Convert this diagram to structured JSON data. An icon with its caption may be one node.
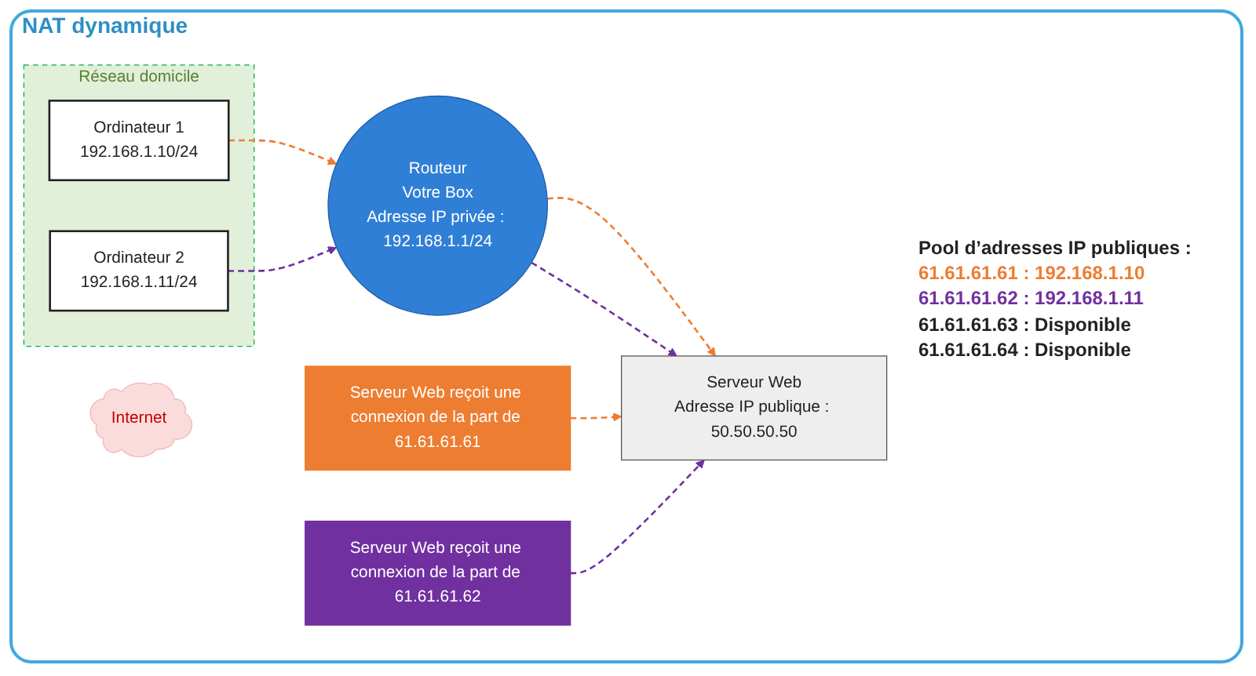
{
  "diagram": {
    "title": "NAT dynamique",
    "nodes": [
      {
        "text": [
          "Réseau domicile"
        ]
      },
      {
        "text": [
          "Ordinateur 1",
          "192.168.1.10/24"
        ],
        "in": 0
      },
      {
        "text": [
          "Ordinateur 2",
          "192.168.1.11/24"
        ],
        "in": 0
      },
      {
        "text": [
          "Routeur",
          "Votre Box",
          "Adresse IP privée : 192.168.1.1/24"
        ]
      },
      {
        "text": [
          "Internet"
        ]
      },
      {
        "text": [
          "Serveur Web",
          "Adresse IP publique : 50.50.50.50"
        ]
      },
      {
        "text": [
          "Serveur Web reçoit une connexion de la part de 61.61.61.61"
        ]
      },
      {
        "text": [
          "Serveur Web reçoit une connexion de la part de 61.61.61.62"
        ]
      }
    ],
    "edges": [
      {
        "from": 1,
        "to": 3,
        "arrow": "to",
        "style": "dashed",
        "color": "#ed7d31"
      },
      {
        "from": 2,
        "to": 3,
        "arrow": "to",
        "style": "dashed",
        "color": "#7030a0"
      },
      {
        "from": 3,
        "to": 5,
        "arrow": "to",
        "style": "dashed",
        "color": "#ed7d31"
      },
      {
        "from": 3,
        "to": 5,
        "arrow": "to",
        "style": "dashed",
        "color": "#7030a0"
      },
      {
        "from": 6,
        "to": 5,
        "arrow": "to",
        "style": "dashed",
        "color": "#ed7d31"
      },
      {
        "from": 7,
        "to": 5,
        "arrow": "to",
        "style": "dashed",
        "color": "#7030a0"
      }
    ],
    "labels": [
      "Pool d’adresses IP publiques :",
      "61.61.61.61 : 192.168.1.10",
      "61.61.61.62 : 192.168.1.11",
      "61.61.61.63 : Disponible",
      "61.61.61.64 : Disponible"
    ]
  }
}
